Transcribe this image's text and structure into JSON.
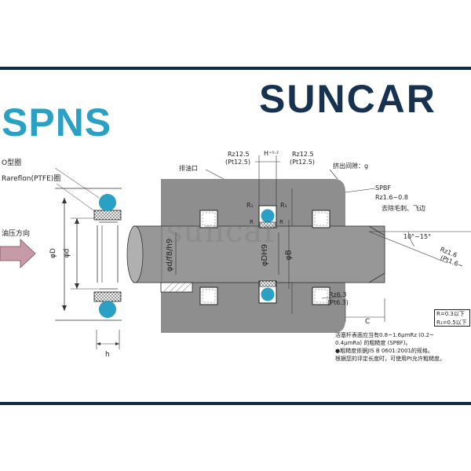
{
  "brand": {
    "logo_text": "SUNCAR",
    "colors": {
      "logo": "#17324f",
      "accent_ring": "#2aa0c4",
      "border": "#0f2a44"
    }
  },
  "product": {
    "code": "SPNS"
  },
  "left_labels": {
    "o_ring": "O型圈",
    "ptfe": "Rareflon(PTFE)圈",
    "pressure": "油压方向",
    "dia_D": "φD",
    "dia_d": "φd",
    "h": "h"
  },
  "center_labels": {
    "roughness_left": "Rz12.5",
    "roughness_left_pt": "(Pt12.5)",
    "H_tol": "H⁺⁰·²",
    "H_tol_sub": "0",
    "roughness_right": "Rz12.5",
    "roughness_right_pt": "(Pt12.5)",
    "drain": "排油口",
    "extrusion_gap": "挤出间隙：g",
    "R1_left": "R₁",
    "R1_right": "R₁",
    "R_left": "R",
    "R_right": "R",
    "shaft_dia": "φd/f8/h9",
    "groove_dia": "φDH9",
    "phi_B": "φB",
    "rz63": "Rz6.3",
    "pt63": "(Pt6.3)",
    "C": "C"
  },
  "right_labels": {
    "spbf": "SPBF",
    "rz_range": "Rz1.6~0.8",
    "deburr": "去除毛刺、飞边",
    "angle": "10°~15°",
    "rz16": "Rz1.6",
    "pt16": "(Pt1.6~"
  },
  "r_box": {
    "line1": "R=0.3以下",
    "line2": "R₁=0.5以下"
  },
  "notes": {
    "line1": "活塞杆表面应当有0.8~1.6μmRz (0.2~",
    "line2": "0.4μmRa) 的粗糙度 (SPBF)。",
    "line3": "●粗糙度依据JIS B 0601:2001的规格。",
    "line4": "根据您的评定长度时，可使用Pt允许粗糙度。"
  },
  "watermark": "suncar"
}
